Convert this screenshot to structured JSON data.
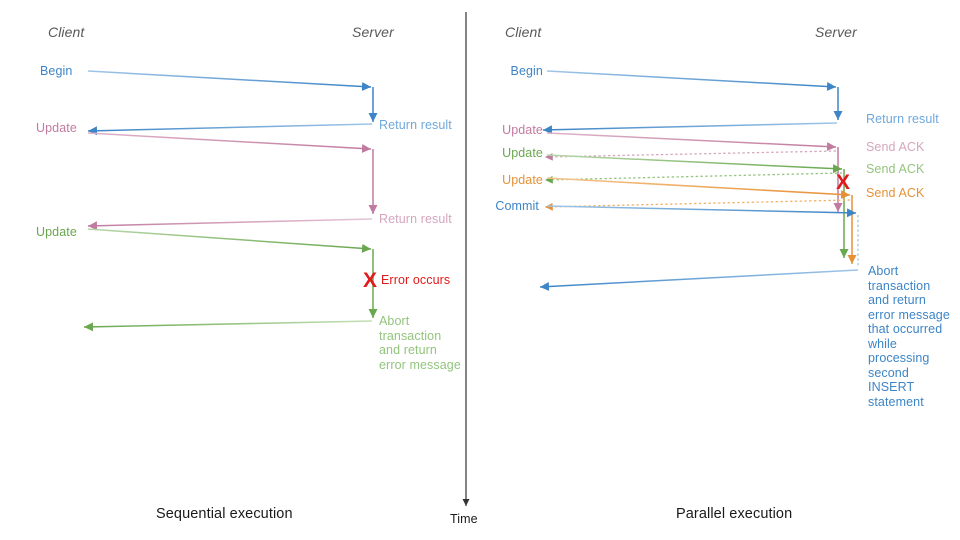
{
  "figure": {
    "time_axis": {
      "label": "Time",
      "direction": "downward"
    },
    "divider": "vertical-time-axis"
  },
  "panels": [
    {
      "id": "sequential",
      "caption": "Sequential execution",
      "actors": {
        "client": "Client",
        "server": "Server"
      },
      "client_labels": [
        {
          "text": "Begin",
          "color": "#3d85c6"
        },
        {
          "text": "Update",
          "color": "#c27ba0"
        },
        {
          "text": "Update",
          "color": "#6aa84f"
        }
      ],
      "server_labels": [
        {
          "text": "Return result",
          "color": "#6fa8dc"
        },
        {
          "text": "Return result",
          "color": "#d5a6bd"
        },
        {
          "text": "Abort\ntransaction\nand return\nerror message",
          "color": "#93c47d"
        }
      ],
      "error": {
        "marker": "X",
        "text": "Error occurs",
        "color": "#e01b1b"
      }
    },
    {
      "id": "parallel",
      "caption": "Parallel execution",
      "actors": {
        "client": "Client",
        "server": "Server"
      },
      "client_labels": [
        {
          "text": "Begin",
          "color": "#3d85c6"
        },
        {
          "text": "Update",
          "color": "#c27ba0"
        },
        {
          "text": "Update",
          "color": "#6aa84f"
        },
        {
          "text": "Update",
          "color": "#e69138"
        },
        {
          "text": "Commit",
          "color": "#3d85c6"
        }
      ],
      "server_labels": [
        {
          "text": "Return result",
          "color": "#6fa8dc"
        },
        {
          "text": "Send ACK",
          "color": "#d5a6bd"
        },
        {
          "text": "Send ACK",
          "color": "#93c47d"
        },
        {
          "text": "Send ACK",
          "color": "#e69138"
        },
        {
          "text": "Abort\ntransaction\nand return\nerror message\nthat occurred\nwhile\nprocessing\nsecond\nINSERT\nstatement",
          "color": "#3d85c6"
        }
      ],
      "error": {
        "marker": "X",
        "text": "",
        "color": "#e01b1b"
      }
    }
  ],
  "colors": {
    "blue": "#3d85c6",
    "blue_light": "#6fa8dc",
    "pink": "#c27ba0",
    "pink_light": "#d5a6bd",
    "green": "#6aa84f",
    "green_light": "#93c47d",
    "orange": "#e69138",
    "red": "#e01b1b",
    "gray": "#595959",
    "axis": "#333333"
  }
}
